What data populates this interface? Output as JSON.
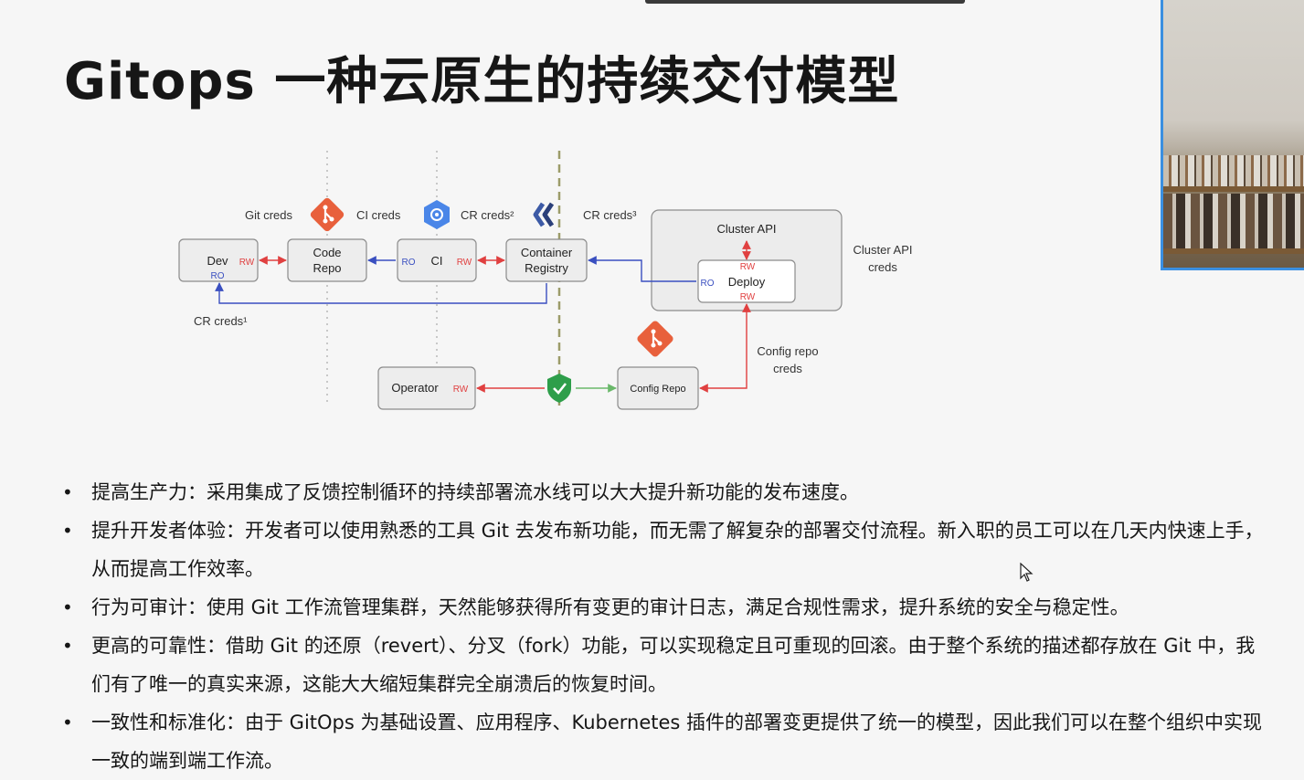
{
  "slide": {
    "title": "Gitops 一种云原生的持续交付模型"
  },
  "diagram": {
    "labels": {
      "git_creds": "Git creds",
      "ci_creds": "CI creds",
      "cr_creds2": "CR creds²",
      "cr_creds3": "CR creds³",
      "cr_creds1": "CR creds¹",
      "cluster_api_creds_l1": "Cluster API",
      "cluster_api_creds_l2": "creds",
      "config_repo_creds_l1": "Config repo",
      "config_repo_creds_l2": "creds"
    },
    "nodes": {
      "dev": "Dev",
      "code_repo_l1": "Code",
      "code_repo_l2": "Repo",
      "ci": "CI",
      "container_registry_l1": "Container",
      "container_registry_l2": "Registry",
      "cluster_api": "Cluster API",
      "deploy": "Deploy",
      "operator": "Operator",
      "config_repo": "Config Repo"
    },
    "perm": {
      "rw": "RW",
      "ro": "RO"
    },
    "colors": {
      "rw": "#e04040",
      "ro": "#3a4fc0",
      "git": "#e8603c",
      "gcp": "#4a86e8",
      "shield": "#2e9e4a",
      "green_arrow": "#6ab86a"
    }
  },
  "bullets": [
    "提高生产力：采用集成了反馈控制循环的持续部署流水线可以大大提升新功能的发布速度。",
    "提升开发者体验：开发者可以使用熟悉的工具 Git 去发布新功能，而无需了解复杂的部署交付流程。新入职的员工可以在几天内快速上手，从而提高工作效率。",
    "行为可审计：使用 Git 工作流管理集群，天然能够获得所有变更的审计日志，满足合规性需求，提升系统的安全与稳定性。",
    "更高的可靠性：借助 Git 的还原（revert）、分叉（fork）功能，可以实现稳定且可重现的回滚。由于整个系统的描述都存放在 Git 中，我们有了唯一的真实来源，这能大大缩短集群完全崩溃后的恢复时间。",
    "一致性和标准化：由于 GitOps 为基础设置、应用程序、Kubernetes 插件的部署变更提供了统一的模型，因此我们可以在整个组织中实现一致的端到端工作流。"
  ]
}
